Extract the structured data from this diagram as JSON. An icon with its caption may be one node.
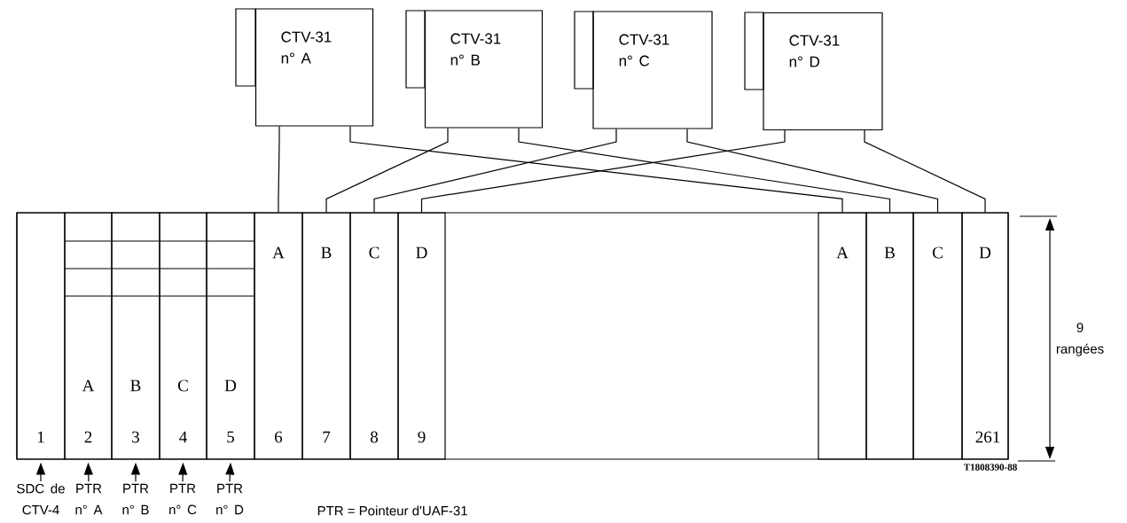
{
  "diagram": {
    "nodes": [
      {
        "text": [
          "CTV-31 n° A"
        ]
      },
      {
        "text": [
          "CTV-31 n° B"
        ]
      },
      {
        "text": [
          "CTV-31 n° C"
        ]
      },
      {
        "text": [
          "CTV-31 n° D"
        ]
      },
      {
        "text": [],
        "shape": "box"
      },
      {
        "text": [
          "1"
        ],
        "in": 4
      },
      {
        "text": [
          "A",
          "2"
        ],
        "in": 4
      },
      {
        "text": [
          "B",
          "3"
        ],
        "in": 4
      },
      {
        "text": [
          "C",
          "4"
        ],
        "in": 4
      },
      {
        "text": [
          "D",
          "5"
        ],
        "in": 4
      },
      {
        "text": [
          "A",
          "6"
        ],
        "in": 4
      },
      {
        "text": [
          "B",
          "7"
        ],
        "in": 4
      },
      {
        "text": [
          "C",
          "8"
        ],
        "in": 4
      },
      {
        "text": [
          "D",
          "9"
        ],
        "in": 4
      },
      {
        "text": [
          "A"
        ],
        "in": 4
      },
      {
        "text": [
          "B"
        ],
        "in": 4
      },
      {
        "text": [
          "C"
        ],
        "in": 4
      },
      {
        "text": [
          "D",
          "261"
        ],
        "in": 4
      },
      {
        "text": [
          "SDC de CTV-4"
        ]
      },
      {
        "text": [
          "PTR n° A"
        ]
      },
      {
        "text": [
          "PTR n° B"
        ]
      },
      {
        "text": [
          "PTR n° C"
        ]
      },
      {
        "text": [
          "PTR n° D"
        ]
      }
    ],
    "edges": [
      {
        "from": 0,
        "to": 10,
        "arrow": "none"
      },
      {
        "from": 0,
        "to": 14,
        "arrow": "none"
      },
      {
        "from": 1,
        "to": 11,
        "arrow": "none"
      },
      {
        "from": 1,
        "to": 15,
        "arrow": "none"
      },
      {
        "from": 2,
        "to": 12,
        "arrow": "none"
      },
      {
        "from": 2,
        "to": 16,
        "arrow": "none"
      },
      {
        "from": 3,
        "to": 13,
        "arrow": "none"
      },
      {
        "from": 3,
        "to": 17,
        "arrow": "none"
      },
      {
        "from": 18,
        "to": 5,
        "arrow": "to"
      },
      {
        "from": 19,
        "to": 6,
        "arrow": "to"
      },
      {
        "from": 20,
        "to": 7,
        "arrow": "to"
      },
      {
        "from": 21,
        "to": 8,
        "arrow": "to"
      },
      {
        "from": 22,
        "to": 9,
        "arrow": "to"
      }
    ],
    "labels": [
      "9 rangées",
      "T1808390-88",
      "PTR = Pointeur d'UAF-31"
    ]
  }
}
